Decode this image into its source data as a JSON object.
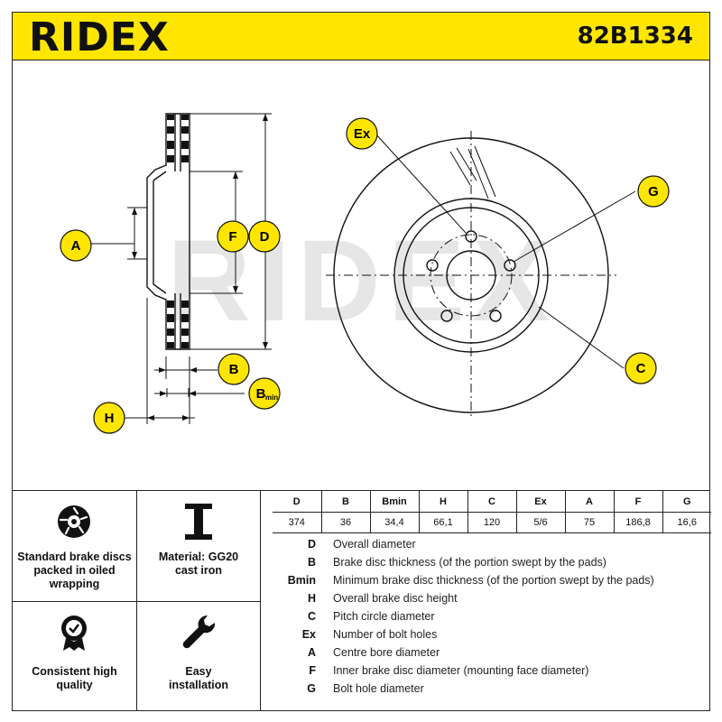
{
  "header": {
    "brand": "RIDEX",
    "part_number": "82B1334"
  },
  "drawing_labels": {
    "a": "A",
    "f": "F",
    "d": "D",
    "b": "B",
    "bmin_main": "B",
    "bmin_sub": "min",
    "h": "H",
    "ex": "Ex",
    "g": "G",
    "c": "C"
  },
  "watermark": "RIDEX",
  "features": [
    {
      "icon": "disc-icon",
      "text": "Standard brake discs packed in oiled wrapping"
    },
    {
      "icon": "material-icon",
      "text": "Material: GG20 cast iron"
    },
    {
      "icon": "quality-badge-icon",
      "text": "Consistent high quality"
    },
    {
      "icon": "wrench-icon",
      "text": "Easy installation"
    }
  ],
  "dimensions": {
    "headers": [
      "D",
      "B",
      "Bmin",
      "H",
      "C",
      "Ex",
      "A",
      "F",
      "G"
    ],
    "values": [
      "374",
      "36",
      "34,4",
      "66,1",
      "120",
      "5/6",
      "75",
      "186,8",
      "16,6"
    ]
  },
  "legend": [
    {
      "key": "D",
      "desc": "Overall diameter"
    },
    {
      "key": "B",
      "desc": "Brake disc thickness (of the portion swept by the pads)"
    },
    {
      "key": "Bmin",
      "desc": "Minimum brake disc thickness (of the portion swept by the pads)"
    },
    {
      "key": "H",
      "desc": "Overall brake disc height"
    },
    {
      "key": "C",
      "desc": "Pitch circle diameter"
    },
    {
      "key": "Ex",
      "desc": "Number of bolt holes"
    },
    {
      "key": "A",
      "desc": "Centre bore diameter"
    },
    {
      "key": "F",
      "desc": "Inner brake disc diameter (mounting face diameter)"
    },
    {
      "key": "G",
      "desc": "Bolt hole diameter"
    }
  ]
}
